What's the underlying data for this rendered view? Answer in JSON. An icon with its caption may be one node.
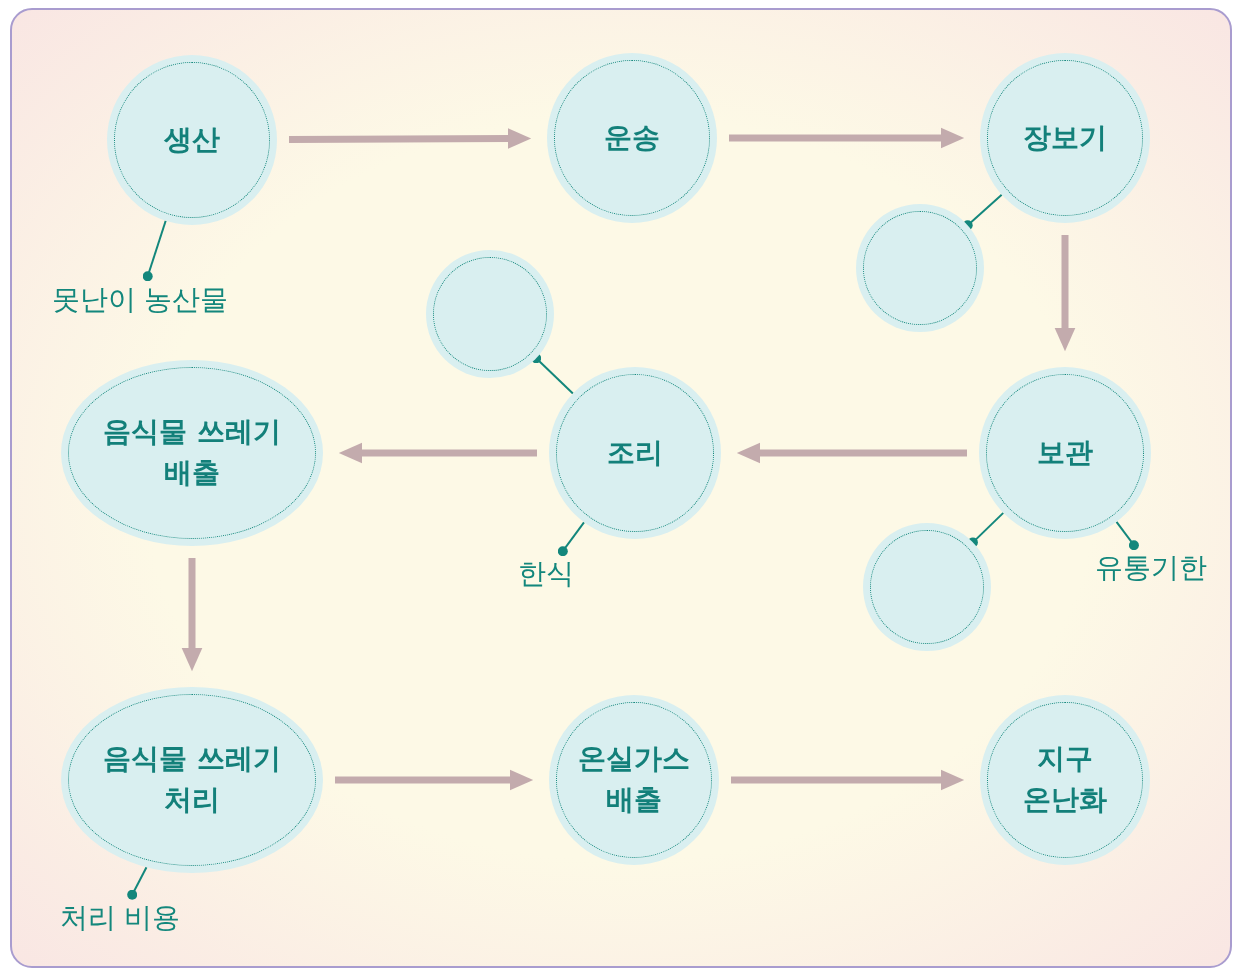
{
  "diagram": {
    "nodes": [
      {
        "text": [
          "생산"
        ]
      },
      {
        "text": [
          "운송"
        ]
      },
      {
        "text": [
          "장보기"
        ]
      },
      {
        "text": [],
        "shape": "circle"
      },
      {
        "text": [],
        "shape": "circle"
      },
      {
        "text": [
          "음식물 쓰레기 배출"
        ]
      },
      {
        "text": [
          "조리"
        ]
      },
      {
        "text": [
          "보관"
        ]
      },
      {
        "text": [],
        "shape": "circle"
      },
      {
        "text": [
          "음식물 쓰레기 처리"
        ]
      },
      {
        "text": [
          "온실가스 배출"
        ]
      },
      {
        "text": [
          "지구 온난화"
        ]
      },
      {
        "text": [
          "못난이 농산물"
        ]
      },
      {
        "text": [
          "한식"
        ]
      },
      {
        "text": [
          "유통기한"
        ]
      },
      {
        "text": [
          "처리 비용"
        ]
      }
    ],
    "edges": [
      {
        "from": 0,
        "to": 1,
        "arrow": "to"
      },
      {
        "from": 1,
        "to": 2,
        "arrow": "to"
      },
      {
        "from": 2,
        "to": 7,
        "arrow": "to"
      },
      {
        "from": 7,
        "to": 6,
        "arrow": "to"
      },
      {
        "from": 6,
        "to": 5,
        "arrow": "to"
      },
      {
        "from": 5,
        "to": 9,
        "arrow": "to"
      },
      {
        "from": 9,
        "to": 10,
        "arrow": "to"
      },
      {
        "from": 10,
        "to": 11,
        "arrow": "to"
      },
      {
        "from": 0,
        "to": 12,
        "arrow": "other",
        "color": "#13877c"
      },
      {
        "from": 2,
        "to": 3,
        "arrow": "other",
        "color": "#13877c"
      },
      {
        "from": 6,
        "to": 4,
        "arrow": "other",
        "color": "#13877c"
      },
      {
        "from": 6,
        "to": 13,
        "arrow": "other",
        "color": "#13877c"
      },
      {
        "from": 7,
        "to": 8,
        "arrow": "other",
        "color": "#13877c"
      },
      {
        "from": 7,
        "to": 14,
        "arrow": "other",
        "color": "#13877c"
      },
      {
        "from": 9,
        "to": 15,
        "arrow": "other",
        "color": "#13877c"
      }
    ]
  }
}
